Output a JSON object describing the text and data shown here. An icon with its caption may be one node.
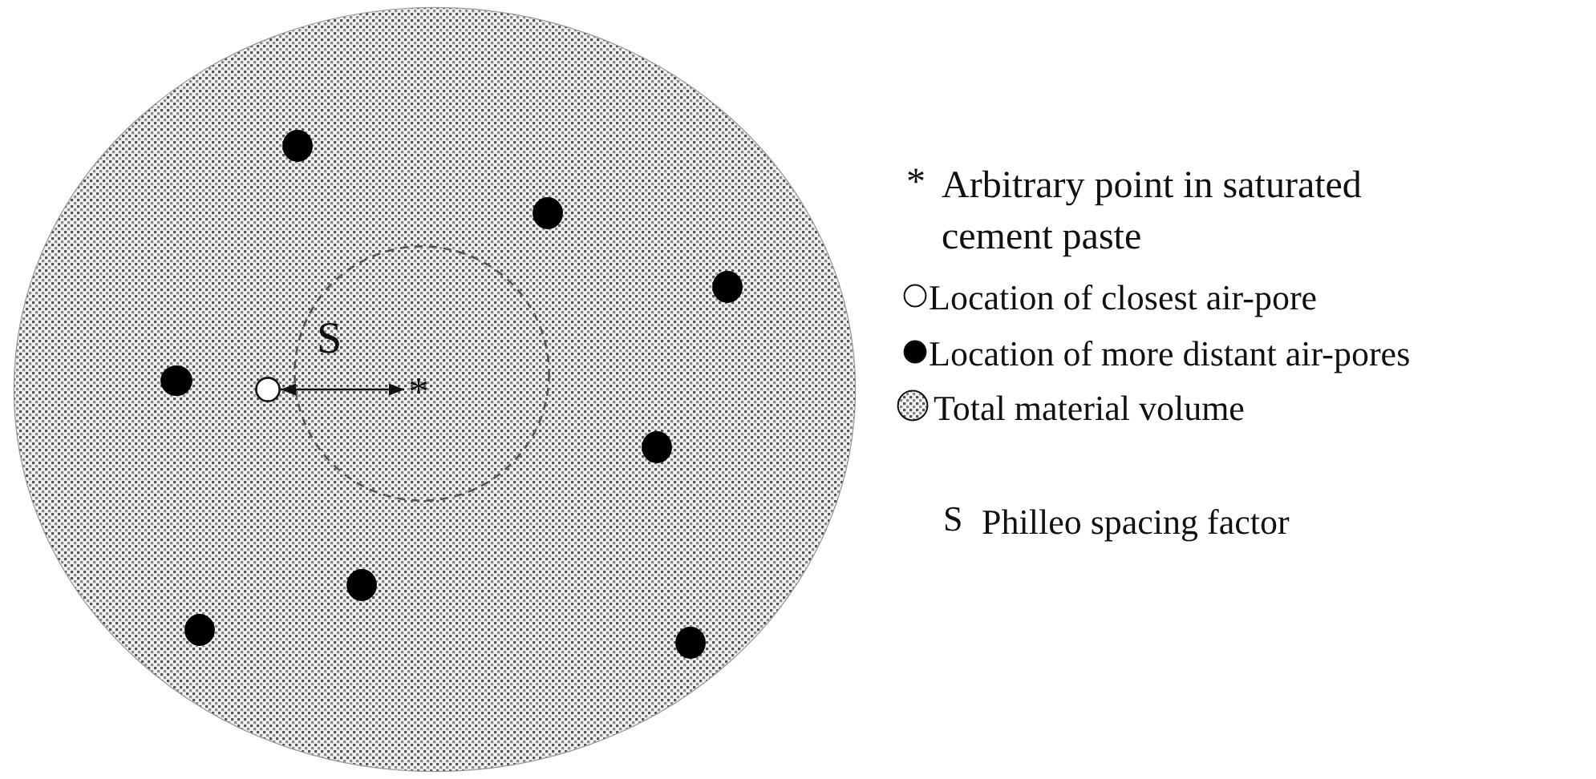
{
  "diagram": {
    "nodes": [
      {
        "text": [],
        "shape": "circle"
      },
      {
        "text": [],
        "shape": "circle",
        "in": 0
      },
      {
        "text": [],
        "shape": "circle",
        "in": 0
      },
      {
        "text": [
          "*"
        ],
        "in": 1
      },
      {
        "text": [],
        "shape": "circle",
        "in": 0
      },
      {
        "text": [],
        "shape": "circle",
        "in": 0
      },
      {
        "text": [],
        "shape": "circle",
        "in": 0
      },
      {
        "text": [],
        "shape": "circle",
        "in": 0
      },
      {
        "text": [],
        "shape": "circle",
        "in": 0
      },
      {
        "text": [],
        "shape": "circle",
        "in": 0
      },
      {
        "text": [],
        "shape": "circle",
        "in": 0
      },
      {
        "text": [],
        "shape": "circle",
        "in": 0
      }
    ],
    "edges": [
      {
        "from": 2,
        "to": 3,
        "arrow": "both",
        "label": "S"
      }
    ],
    "labels": [
      "*",
      "S"
    ],
    "legend": [
      {
        "text": "Arbitrary point in saturated cement paste"
      },
      {
        "text": "Location of closest air-pore"
      },
      {
        "text": "Location of more distant air-pores"
      },
      {
        "text": "Total material volume"
      },
      {
        "text": "Philleo spacing factor"
      }
    ]
  }
}
